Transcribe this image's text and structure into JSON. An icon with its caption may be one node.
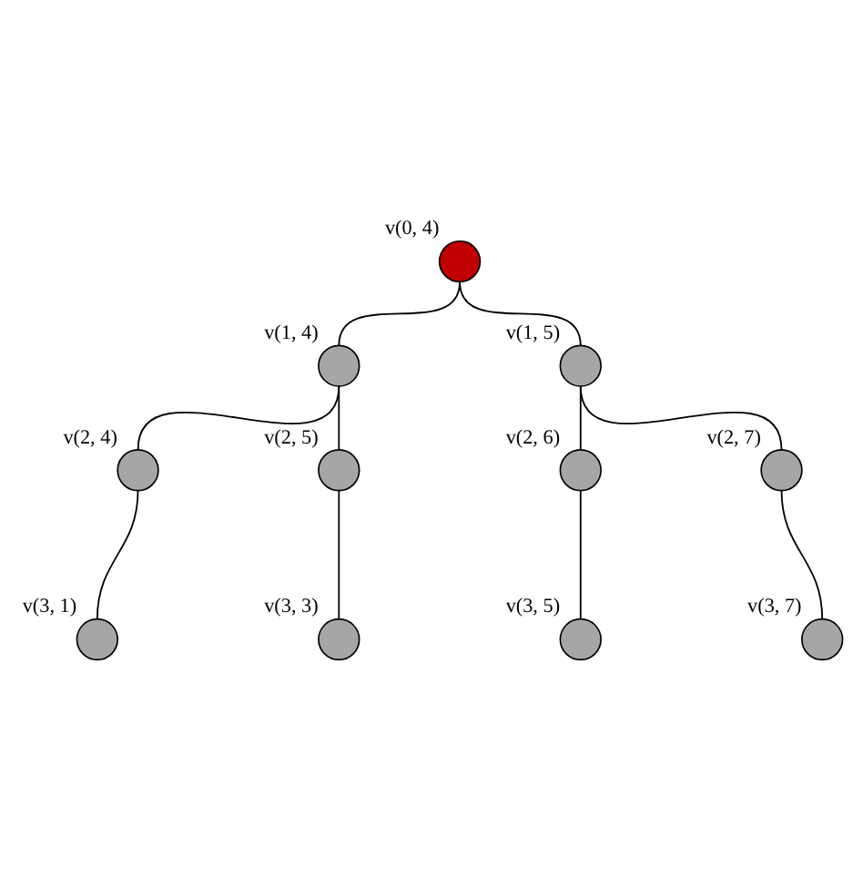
{
  "diagram": {
    "nodes": [
      {
        "text": [],
        "shape": "circle",
        "beside": [
          "v(0, 4)"
        ]
      },
      {
        "text": [],
        "shape": "circle",
        "beside": [
          "v(1, 4)"
        ]
      },
      {
        "text": [],
        "shape": "circle",
        "beside": [
          "v(1, 5)"
        ]
      },
      {
        "text": [],
        "shape": "circle",
        "beside": [
          "v(2, 4)"
        ]
      },
      {
        "text": [],
        "shape": "circle",
        "beside": [
          "v(2, 5)"
        ]
      },
      {
        "text": [],
        "shape": "circle",
        "beside": [
          "v(2, 6)"
        ]
      },
      {
        "text": [],
        "shape": "circle",
        "beside": [
          "v(2, 7)"
        ]
      },
      {
        "text": [],
        "shape": "circle",
        "beside": [
          "v(3, 1)"
        ]
      },
      {
        "text": [],
        "shape": "circle",
        "beside": [
          "v(3, 3)"
        ]
      },
      {
        "text": [],
        "shape": "circle",
        "beside": [
          "v(3, 5)"
        ]
      },
      {
        "text": [],
        "shape": "circle",
        "beside": [
          "v(3, 7)"
        ]
      }
    ],
    "edges": [
      {
        "from": 0,
        "to": 1,
        "arrow": "none"
      },
      {
        "from": 0,
        "to": 2,
        "arrow": "none"
      },
      {
        "from": 1,
        "to": 3,
        "arrow": "none"
      },
      {
        "from": 1,
        "to": 4,
        "arrow": "none"
      },
      {
        "from": 2,
        "to": 5,
        "arrow": "none"
      },
      {
        "from": 2,
        "to": 6,
        "arrow": "none"
      },
      {
        "from": 3,
        "to": 7,
        "arrow": "none"
      },
      {
        "from": 4,
        "to": 8,
        "arrow": "none"
      },
      {
        "from": 5,
        "to": 9,
        "arrow": "none"
      },
      {
        "from": 6,
        "to": 10,
        "arrow": "none"
      }
    ]
  }
}
